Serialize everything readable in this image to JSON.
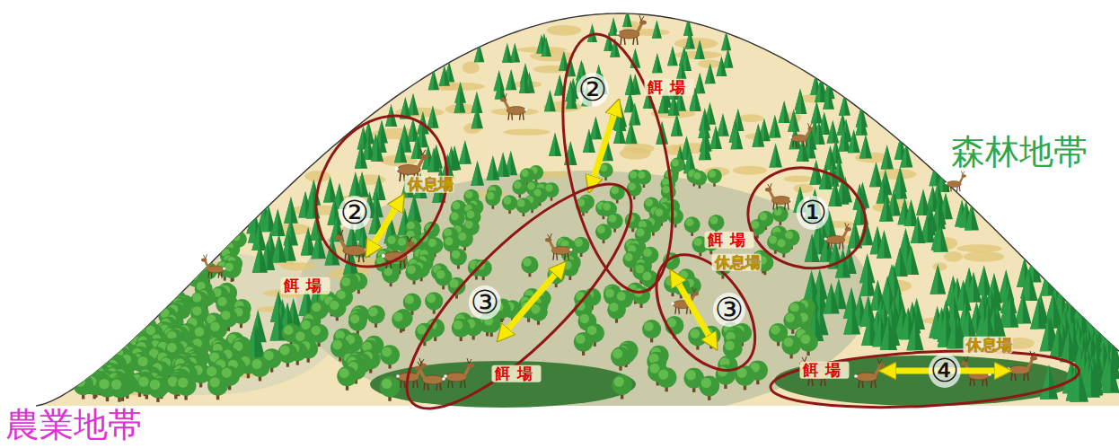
{
  "diagram": {
    "nodes": [
      {
        "text": [
          "②"
        ]
      },
      {
        "text": [
          "②"
        ]
      },
      {
        "text": [
          "①"
        ]
      },
      {
        "text": [
          "③"
        ]
      },
      {
        "text": [
          "③"
        ]
      },
      {
        "text": [
          "④"
        ]
      }
    ],
    "labels": [
      "森林地帯",
      "農業地帯",
      "餌場",
      "休息場",
      "餌場",
      "餌場",
      "休息場",
      "餌場",
      "餌場",
      "休息場"
    ]
  }
}
